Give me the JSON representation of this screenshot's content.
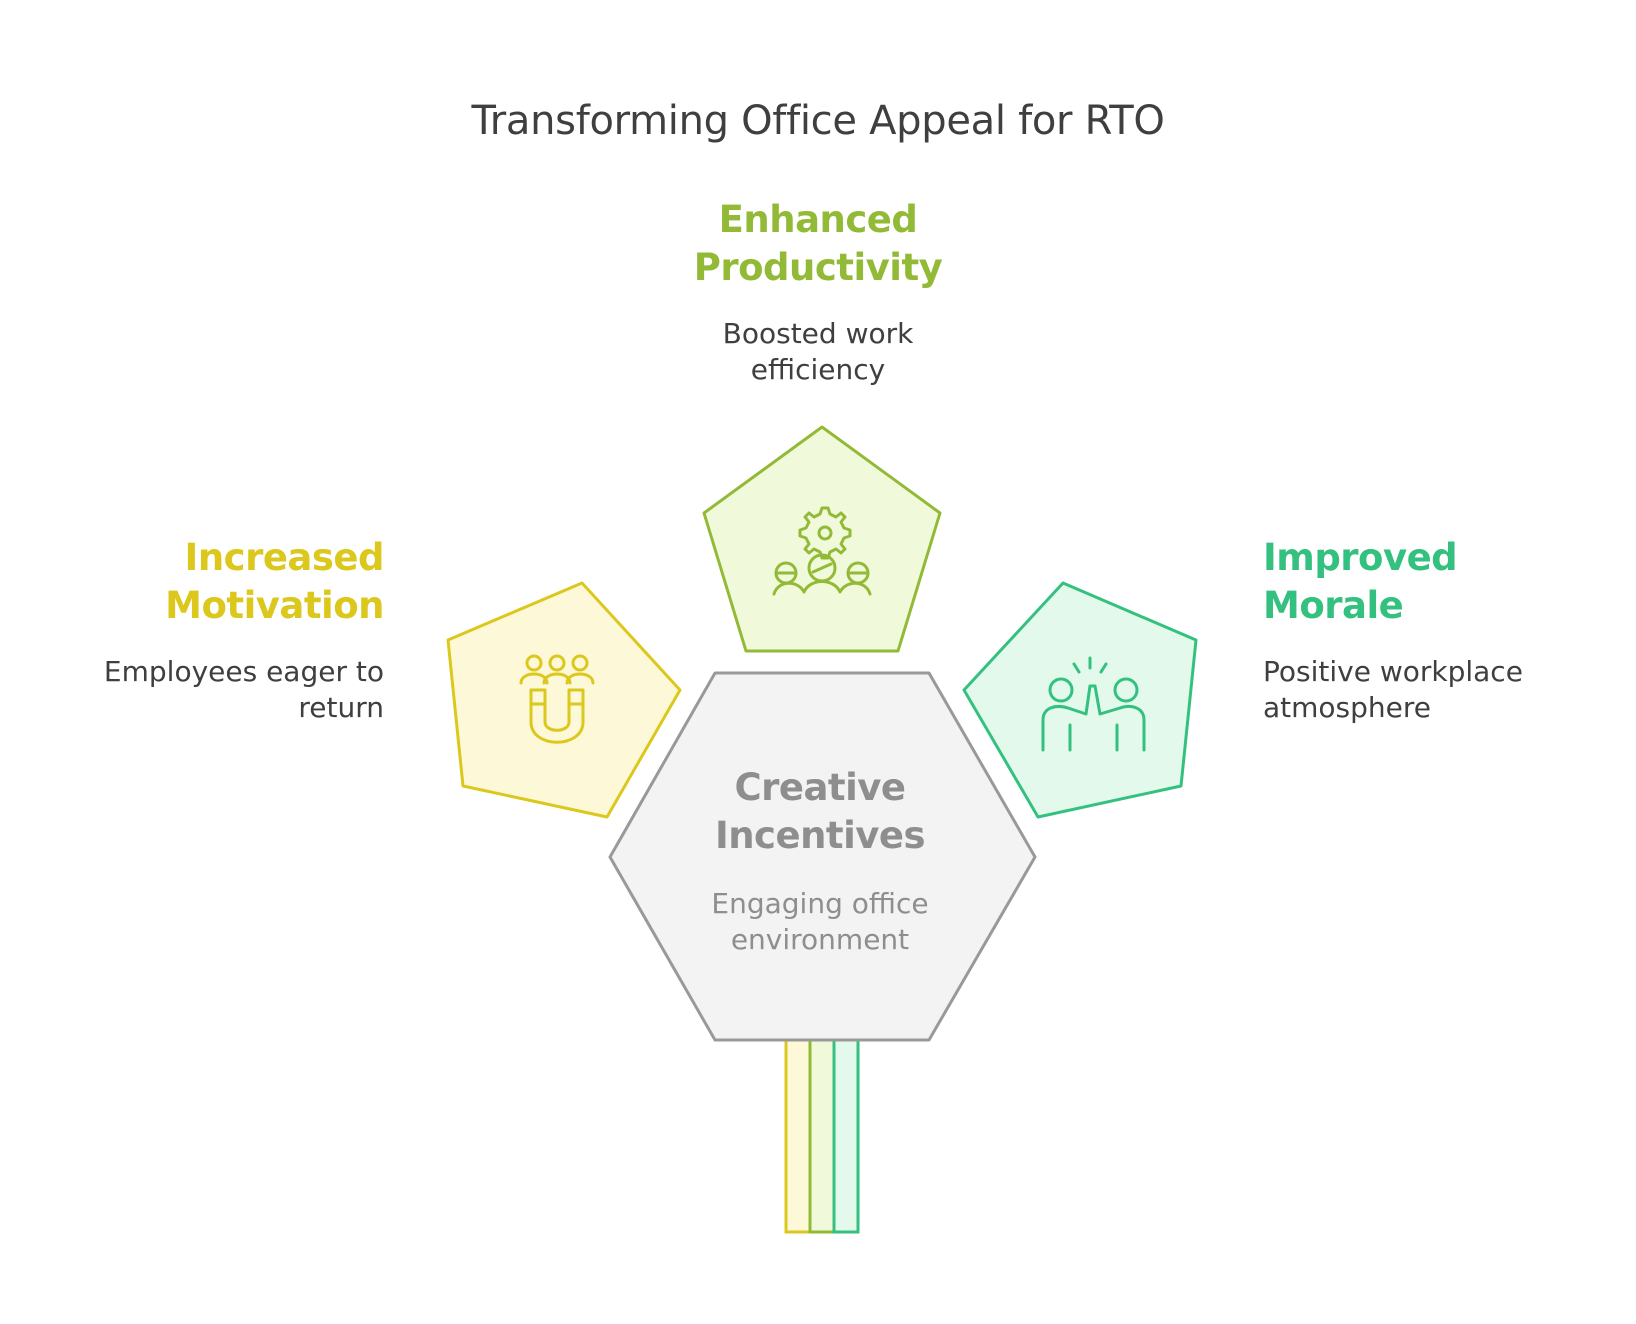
{
  "title": "Transforming Office Appeal for RTO",
  "center": {
    "heading_line1": "Creative",
    "heading_line2": "Incentives",
    "desc_line1": "Engaging office",
    "desc_line2": "environment"
  },
  "nodes": [
    {
      "id": "top",
      "heading_line1": "Enhanced",
      "heading_line2": "Productivity",
      "desc_line1": "Boosted work",
      "desc_line2": "efficiency",
      "icon": "gear-team-icon",
      "color": "#93ba36",
      "fill": "#f0fadb"
    },
    {
      "id": "left",
      "heading_line1": "Increased",
      "heading_line2": "Motivation",
      "desc_line1": "Employees eager to",
      "desc_line2": "return",
      "icon": "magnet-people-icon",
      "color": "#dcc81c",
      "fill": "#fdf8d8"
    },
    {
      "id": "right",
      "heading_line1": "Improved",
      "heading_line2": "Morale",
      "desc_line1": "Positive workplace",
      "desc_line2": "atmosphere",
      "icon": "high-five-icon",
      "color": "#34c180",
      "fill": "#e2f9ec"
    }
  ],
  "colors": {
    "center_stroke": "#999999",
    "center_fill": "#f3f3f3",
    "title_text": "#3f3f3f"
  }
}
